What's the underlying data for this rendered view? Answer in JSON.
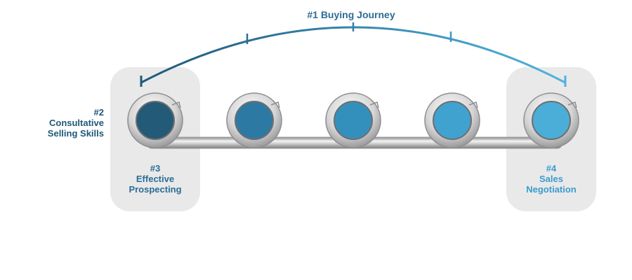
{
  "labels": {
    "buying_journey": "#1 Buying Journey",
    "consultative": {
      "number": "#2",
      "line1": "Consultative",
      "line2": "Selling Skills"
    },
    "prospecting": {
      "number": "#3",
      "line1": "Effective",
      "line2": "Prospecting"
    },
    "negotiation": {
      "number": "#4",
      "line1": "Sales",
      "line2": "Negotiation"
    }
  },
  "colors": {
    "arc_start": "#1f5878",
    "arc_end": "#4fb3df",
    "panel": "#e9e9ea",
    "node_fills": [
      "#235a78",
      "#2c7aa3",
      "#3390bd",
      "#40a2cf",
      "#4aaed8"
    ]
  },
  "node_count": 5
}
